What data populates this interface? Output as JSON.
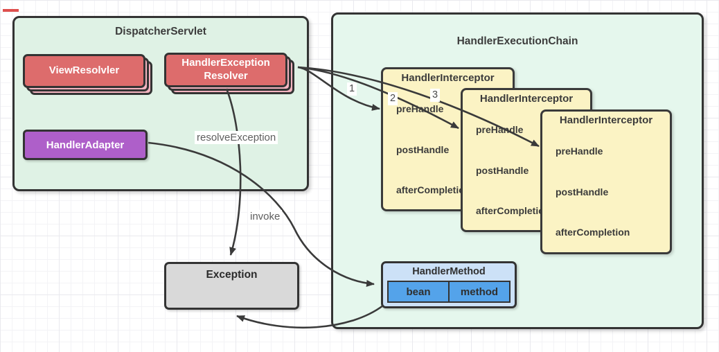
{
  "diagram": {
    "dispatcher_servlet": {
      "title": "DispatcherServlet",
      "view_resolver_label": "ViewResolvler",
      "handler_exception_resolver_label": "HandlerException Resolver",
      "handler_adapter_label": "HandlerAdapter"
    },
    "handler_execution_chain": {
      "title": "HandlerExecutionChain",
      "interceptors": [
        {
          "title": "HandlerInterceptor",
          "methods": [
            "preHandle",
            "postHandle",
            "afterCompletion"
          ]
        },
        {
          "title": "HandlerInterceptor",
          "methods": [
            "preHandle",
            "postHandle",
            "afterCompletion"
          ]
        },
        {
          "title": "HandlerInterceptor",
          "methods": [
            "preHandle",
            "postHandle",
            "afterCompletion"
          ]
        }
      ],
      "handler_method": {
        "title": "HandlerMethod",
        "bean_label": "bean",
        "method_label": "method"
      }
    },
    "exception_label": "Exception",
    "edge_labels": {
      "resolve_exception": "resolveException",
      "invoke": "invoke",
      "step_1": "1",
      "step_2": "2",
      "step_3": "3"
    },
    "colors": {
      "dispatcher_fill": "#dff2e5",
      "chain_fill": "#e5f7ed",
      "node_red": "#dd6c6c",
      "node_red_stack": "#f4b4c0",
      "node_purple": "#ae5fc9",
      "interceptor_yellow": "#fbf3c4",
      "exception_gray": "#d9d9d9",
      "handler_method_header": "#cce1f7",
      "handler_method_cell": "#54a3ea",
      "border": "#333333",
      "arrow": "#3a3a3a"
    }
  }
}
